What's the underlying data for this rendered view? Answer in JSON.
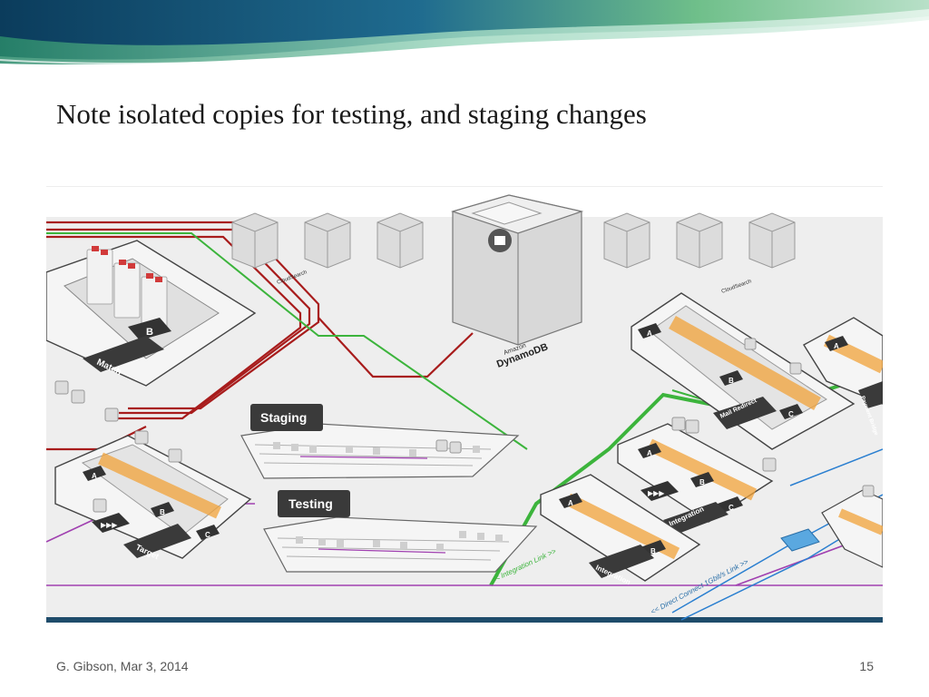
{
  "slide": {
    "title": "Note isolated copies for testing, and staging changes",
    "footer_left": "G. Gibson, Mar 3, 2014",
    "page_number": "15"
  },
  "diagram": {
    "central_service": {
      "vendor": "Amazon",
      "name": "DynamoDB"
    },
    "search_service": {
      "vendor": "Amazon",
      "name": "CloudSearch"
    },
    "environments": {
      "staging": "Staging",
      "testing": "Testing",
      "match": "Match",
      "target": "Target",
      "integration": "Integration",
      "mail_redirect": "Mail Redirect",
      "payment_bridge": "Payment Bridge"
    },
    "zones": {
      "a": "A",
      "b": "B",
      "c": "C"
    },
    "links": {
      "integration_link": "<< Integration Link >>",
      "direct_connect": "<< Direct Connect 1Gbit/s Link >>"
    },
    "colors": {
      "red_line": "#a81c1c",
      "green_line": "#3cb43c",
      "purple_line": "#a040b0",
      "blue_line": "#2a7fd0",
      "orange_highlight": "#f2a33a",
      "panel_dark": "#3a3a3a"
    }
  }
}
